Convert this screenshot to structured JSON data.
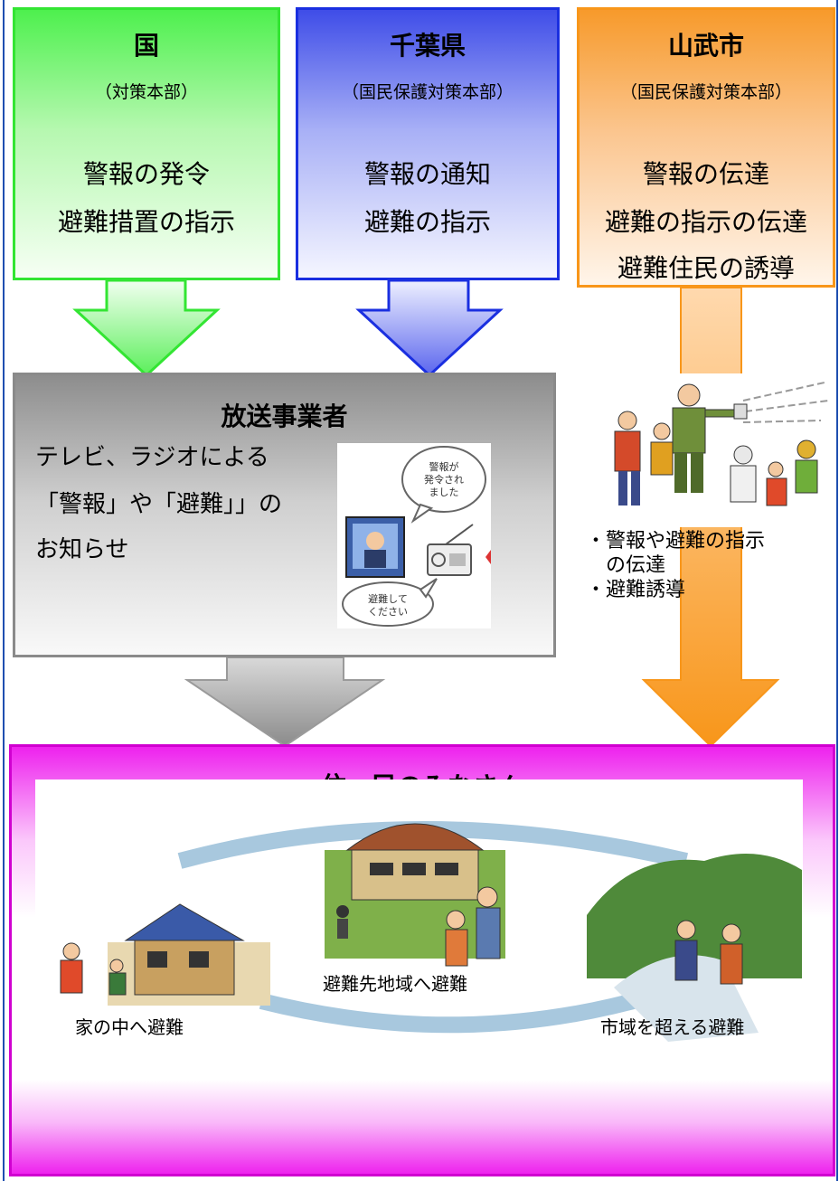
{
  "national": {
    "title": "国",
    "subtitle": "（対策本部）",
    "lines": [
      "警報の発令",
      "避難措置の指示"
    ],
    "color": "#33e533"
  },
  "prefecture": {
    "title": "千葉県",
    "subtitle": "（国民保護対策本部）",
    "lines": [
      "警報の通知",
      "避難の指示"
    ],
    "color": "#1a2fe0"
  },
  "city": {
    "title": "山武市",
    "subtitle": "（国民保護対策本部）",
    "lines": [
      "警報の伝達",
      "避難の指示の伝達",
      "避難住民の誘導"
    ],
    "color": "#f8961a"
  },
  "broadcaster": {
    "title": "放送事業者",
    "lines": [
      "テレビ、ラジオによる",
      "「警報」や「避難」」の",
      "お知らせ"
    ],
    "bubble_top": [
      "警報が",
      "発令され",
      "ました"
    ],
    "bubble_bottom": [
      "避難して",
      "ください"
    ]
  },
  "city_actions": [
    "・警報や避難の指示",
    "の伝達",
    "・避難誘導"
  ],
  "residents": {
    "title": "住　民のみなさん",
    "evacuation": {
      "home": "家の中へ避難",
      "area": "避難先地域へ避難",
      "outside": "市域を超える避難"
    },
    "color": "#ee22ee"
  }
}
